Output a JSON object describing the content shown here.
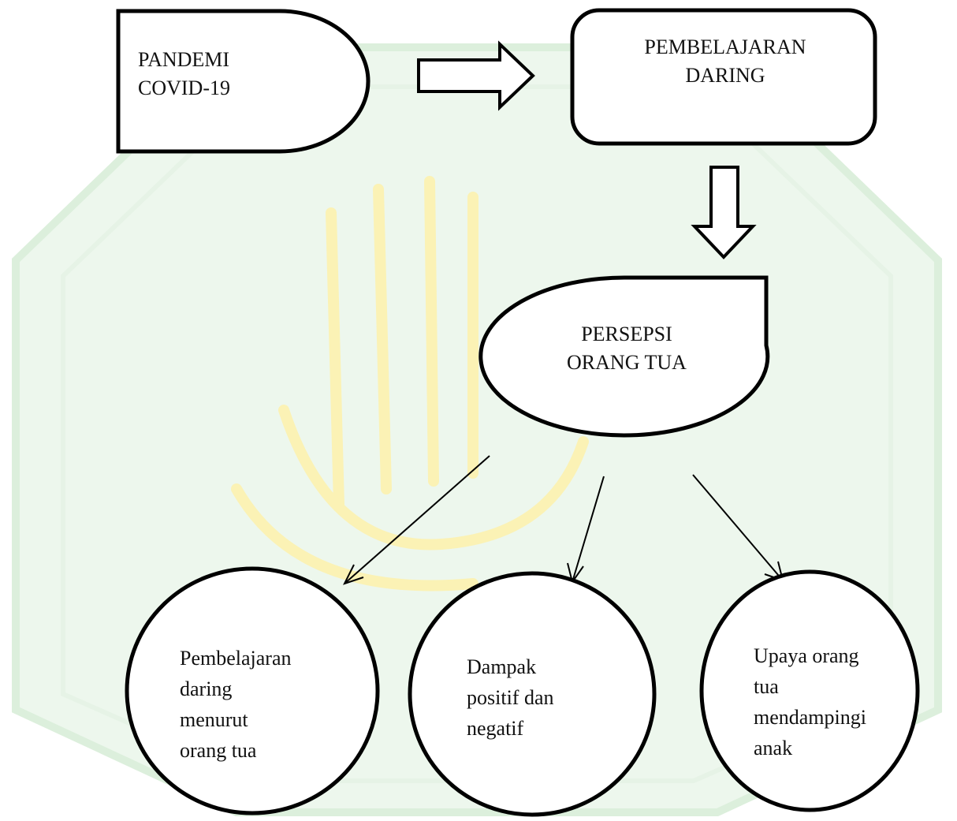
{
  "diagram": {
    "nodes": {
      "pandemi": {
        "lines": [
          "PANDEMI",
          "COVID-19"
        ]
      },
      "pembelajaran": {
        "lines": [
          "PEMBELAJARAN",
          "DARING"
        ]
      },
      "persepsi": {
        "lines": [
          "PERSEPSI",
          "ORANG TUA"
        ]
      },
      "leaf1": {
        "lines": [
          "Pembelajaran",
          "daring",
          "menurut",
          "orang tua"
        ]
      },
      "leaf2": {
        "lines": [
          "Dampak",
          "positif dan",
          "negatif"
        ]
      },
      "leaf3": {
        "lines": [
          "Upaya orang",
          "tua",
          "mendampingi",
          "anak"
        ]
      }
    },
    "colors": {
      "stroke": "#000000",
      "fill": "#ffffff",
      "watermark_green": "#dcefdc",
      "watermark_yellow": "#fbf2b5"
    }
  }
}
